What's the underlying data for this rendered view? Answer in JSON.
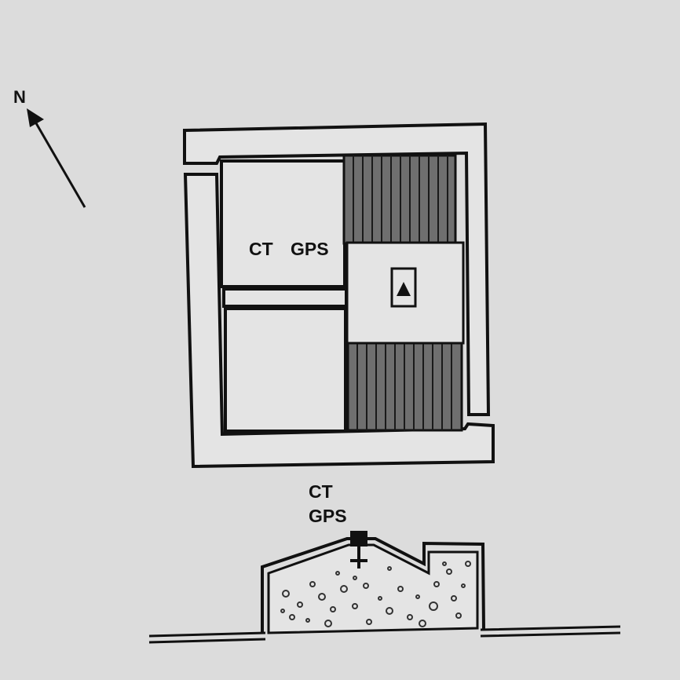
{
  "compass": {
    "letter": "N",
    "icon": "north-arrow-icon"
  },
  "plan_view": {
    "label_ct": "CT",
    "label_gps": "GPS",
    "survey_marker_icon": "triangle-marker-icon"
  },
  "section_view": {
    "label_ct": "CT",
    "label_gps": "GPS",
    "gps_mount_icon": "gps-mount-icon"
  },
  "colors": {
    "background": "#dcdcdc",
    "line": "#111111",
    "hatch_fill": "#6f6f6f",
    "fill_light": "#e4e4e4"
  }
}
